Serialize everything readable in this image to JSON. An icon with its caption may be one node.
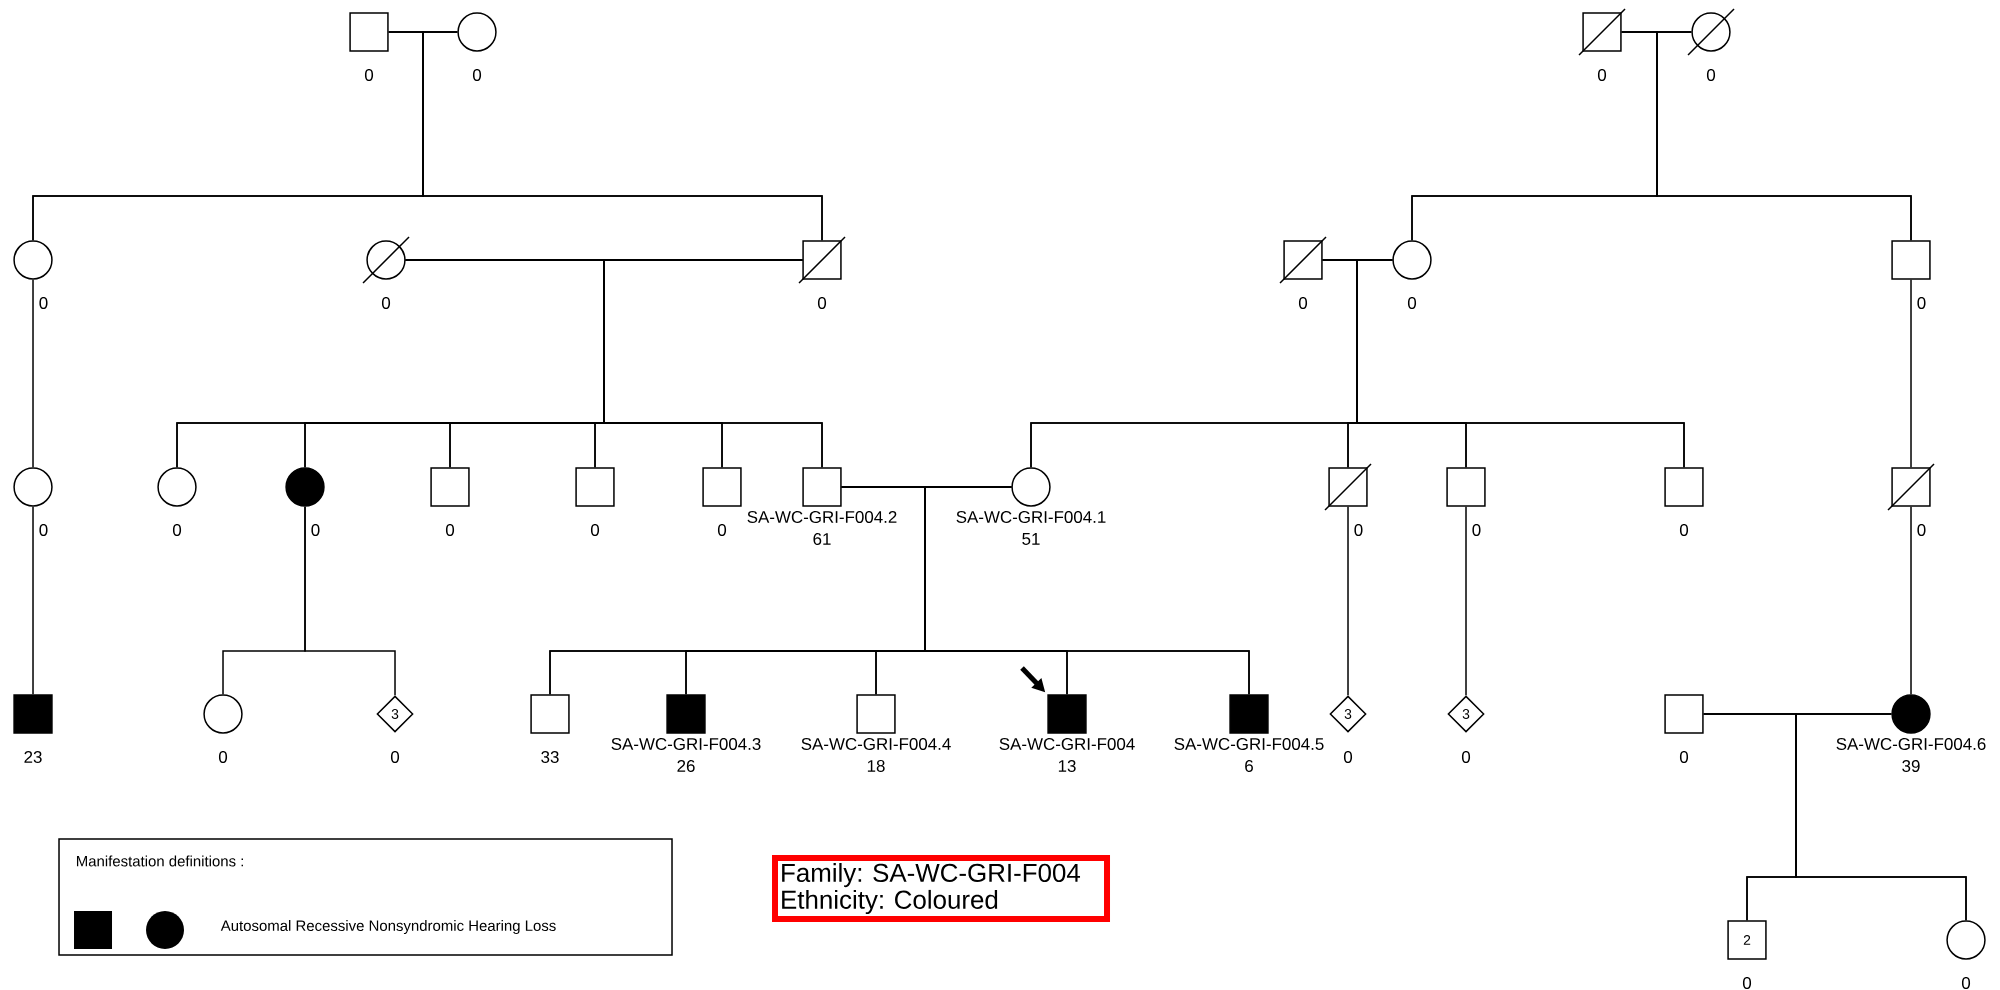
{
  "diagram": {
    "nodes": [
      {
        "text": [],
        "shape": "box",
        "beside": [
          "0"
        ]
      },
      {
        "text": [],
        "shape": "circle",
        "beside": [
          "0"
        ]
      },
      {
        "text": [],
        "shape": "box",
        "beside": [
          "0"
        ]
      },
      {
        "text": [],
        "shape": "circle",
        "beside": [
          "0"
        ]
      },
      {
        "text": [],
        "shape": "circle",
        "beside": [
          "0"
        ]
      },
      {
        "text": [],
        "shape": "circle",
        "beside": [
          "0"
        ]
      },
      {
        "text": [],
        "shape": "box",
        "beside": [
          "0"
        ]
      },
      {
        "text": [],
        "shape": "box",
        "beside": [
          "0"
        ]
      },
      {
        "text": [],
        "shape": "circle",
        "beside": [
          "0"
        ]
      },
      {
        "text": [],
        "shape": "box",
        "beside": [
          "0"
        ]
      },
      {
        "text": [],
        "shape": "circle",
        "beside": [
          "0"
        ]
      },
      {
        "text": [],
        "shape": "circle",
        "beside": [
          "0"
        ]
      },
      {
        "text": [],
        "shape": "circle",
        "beside": [
          "0"
        ]
      },
      {
        "text": [],
        "shape": "box",
        "beside": [
          "0"
        ]
      },
      {
        "text": [],
        "shape": "box",
        "beside": [
          "0"
        ]
      },
      {
        "text": [],
        "shape": "box",
        "beside": [
          "0"
        ]
      },
      {
        "text": [],
        "shape": "box",
        "beside": [
          "SA-WC-GRI-F004.2",
          "61"
        ]
      },
      {
        "text": [],
        "shape": "circle",
        "beside": [
          "SA-WC-GRI-F004.1",
          "51"
        ]
      },
      {
        "text": [],
        "shape": "box",
        "beside": [
          "0"
        ]
      },
      {
        "text": [],
        "shape": "box",
        "beside": [
          "0"
        ]
      },
      {
        "text": [],
        "shape": "box",
        "beside": [
          "0"
        ]
      },
      {
        "text": [],
        "shape": "box",
        "beside": [
          "0"
        ]
      },
      {
        "text": [],
        "shape": "box",
        "beside": [
          "23"
        ]
      },
      {
        "text": [],
        "shape": "circle",
        "beside": [
          "0"
        ]
      },
      {
        "text": [
          "3"
        ],
        "beside": [
          "0"
        ]
      },
      {
        "text": [],
        "shape": "box",
        "beside": [
          "33"
        ]
      },
      {
        "text": [],
        "shape": "box",
        "beside": [
          "SA-WC-GRI-F004.3",
          "26"
        ]
      },
      {
        "text": [],
        "shape": "box",
        "beside": [
          "SA-WC-GRI-F004.4",
          "18"
        ]
      },
      {
        "text": [],
        "shape": "box",
        "beside": [
          "SA-WC-GRI-F004",
          "13"
        ]
      },
      {
        "text": [],
        "shape": "box",
        "beside": [
          "SA-WC-GRI-F004.5",
          "6"
        ]
      },
      {
        "text": [
          "3"
        ],
        "beside": [
          "0"
        ]
      },
      {
        "text": [
          "3"
        ],
        "beside": [
          "0"
        ]
      },
      {
        "text": [],
        "shape": "box",
        "beside": [
          "0"
        ]
      },
      {
        "text": [],
        "shape": "circle",
        "beside": [
          "SA-WC-GRI-F004.6",
          "39"
        ]
      },
      {
        "text": [
          "2"
        ],
        "beside": [
          "0"
        ]
      },
      {
        "text": [],
        "shape": "circle",
        "beside": [
          "0"
        ]
      },
      {
        "text": [
          "Family: SA-WC-GRI-F004",
          "Ethnicity: Coloured"
        ]
      }
    ],
    "edges": [
      {
        "from": 0,
        "to": 1,
        "arrow": "none"
      },
      {
        "from": 2,
        "to": 3,
        "arrow": "none"
      },
      {
        "from": 5,
        "to": 6,
        "arrow": "none"
      },
      {
        "from": 7,
        "to": 8,
        "arrow": "none"
      },
      {
        "from": 16,
        "to": 17,
        "arrow": "none"
      },
      {
        "from": 32,
        "to": 33,
        "arrow": "none"
      },
      {
        "from": 0,
        "to": 4,
        "arrow": "none"
      },
      {
        "from": 1,
        "to": 4,
        "arrow": "none"
      },
      {
        "from": 0,
        "to": 6,
        "arrow": "none"
      },
      {
        "from": 1,
        "to": 6,
        "arrow": "none"
      },
      {
        "from": 2,
        "to": 8,
        "arrow": "none"
      },
      {
        "from": 3,
        "to": 8,
        "arrow": "none"
      },
      {
        "from": 2,
        "to": 9,
        "arrow": "none"
      },
      {
        "from": 3,
        "to": 9,
        "arrow": "none"
      },
      {
        "from": 5,
        "to": 11,
        "arrow": "none"
      },
      {
        "from": 6,
        "to": 11,
        "arrow": "none"
      },
      {
        "from": 5,
        "to": 12,
        "arrow": "none"
      },
      {
        "from": 6,
        "to": 12,
        "arrow": "none"
      },
      {
        "from": 5,
        "to": 13,
        "arrow": "none"
      },
      {
        "from": 6,
        "to": 13,
        "arrow": "none"
      },
      {
        "from": 5,
        "to": 14,
        "arrow": "none"
      },
      {
        "from": 6,
        "to": 14,
        "arrow": "none"
      },
      {
        "from": 5,
        "to": 15,
        "arrow": "none"
      },
      {
        "from": 6,
        "to": 15,
        "arrow": "none"
      },
      {
        "from": 5,
        "to": 16,
        "arrow": "none"
      },
      {
        "from": 6,
        "to": 16,
        "arrow": "none"
      },
      {
        "from": 7,
        "to": 17,
        "arrow": "none"
      },
      {
        "from": 8,
        "to": 17,
        "arrow": "none"
      },
      {
        "from": 7,
        "to": 18,
        "arrow": "none"
      },
      {
        "from": 8,
        "to": 18,
        "arrow": "none"
      },
      {
        "from": 7,
        "to": 19,
        "arrow": "none"
      },
      {
        "from": 8,
        "to": 19,
        "arrow": "none"
      },
      {
        "from": 7,
        "to": 20,
        "arrow": "none"
      },
      {
        "from": 8,
        "to": 20,
        "arrow": "none"
      },
      {
        "from": 16,
        "to": 25,
        "arrow": "none"
      },
      {
        "from": 17,
        "to": 25,
        "arrow": "none"
      },
      {
        "from": 16,
        "to": 26,
        "arrow": "none"
      },
      {
        "from": 17,
        "to": 26,
        "arrow": "none"
      },
      {
        "from": 16,
        "to": 27,
        "arrow": "none"
      },
      {
        "from": 17,
        "to": 27,
        "arrow": "none"
      },
      {
        "from": 16,
        "to": 28,
        "arrow": "none"
      },
      {
        "from": 17,
        "to": 28,
        "arrow": "none"
      },
      {
        "from": 16,
        "to": 29,
        "arrow": "none"
      },
      {
        "from": 17,
        "to": 29,
        "arrow": "none"
      },
      {
        "from": 32,
        "to": 34,
        "arrow": "none"
      },
      {
        "from": 33,
        "to": 34,
        "arrow": "none"
      },
      {
        "from": 32,
        "to": 35,
        "arrow": "none"
      },
      {
        "from": 33,
        "to": 35,
        "arrow": "none"
      },
      {
        "from": 4,
        "to": 10,
        "arrow": "none"
      },
      {
        "from": 10,
        "to": 22,
        "arrow": "none"
      },
      {
        "from": 12,
        "to": 23,
        "arrow": "none"
      },
      {
        "from": 12,
        "to": 24,
        "arrow": "none"
      },
      {
        "from": 9,
        "to": 21,
        "arrow": "none"
      },
      {
        "from": 21,
        "to": 33,
        "arrow": "none"
      },
      {
        "from": 18,
        "to": 30,
        "arrow": "none"
      },
      {
        "from": 19,
        "to": 31,
        "arrow": "none"
      },
      {
        "from": null,
        "to": 28,
        "arrow": "to",
        "style": "thick"
      }
    ],
    "labels": [
      "Manifestation definitions :"
    ],
    "legend": [
      {
        "text": "Autosomal Recessive Nonsyndromic Hearing Loss"
      }
    ]
  }
}
